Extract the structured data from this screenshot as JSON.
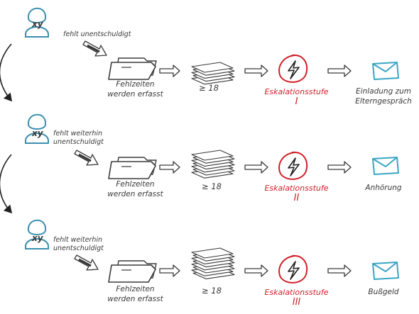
{
  "rows": [
    {
      "person": "xy",
      "note": [
        "fehlt unentschuldigt"
      ],
      "record": [
        "Fehlzeiten",
        "werden erfasst"
      ],
      "threshold": "≥ 18",
      "level": [
        "Eskalationsstufe",
        "I"
      ],
      "action": [
        "Einladung zum",
        "Elterngespräch"
      ]
    },
    {
      "person": "xy",
      "note": [
        "fehlt weiterhin",
        "unentschuldigt"
      ],
      "record": [
        "Fehlzeiten",
        "werden erfasst"
      ],
      "threshold": "≥ 18",
      "level": [
        "Eskalationsstufe",
        "II"
      ],
      "action": [
        "Anhörung"
      ]
    },
    {
      "person": "xy",
      "note": [
        "fehlt weiterhin",
        "unentschuldigt"
      ],
      "record": [
        "Fehlzeiten",
        "werden erfasst"
      ],
      "threshold": "≥ 18",
      "level": [
        "Eskalationsstufe",
        "III"
      ],
      "action": [
        "Bußgeld"
      ]
    }
  ],
  "colors": {
    "person": "#3a8fb0",
    "envelope": "#3aa6c4",
    "alert": "#d0202a",
    "ink": "#3a3a3a"
  },
  "icons": [
    "person-icon",
    "arrow-icon",
    "folder-icon",
    "paper-stack-icon",
    "lightning-icon",
    "envelope-icon",
    "curved-arrow-icon"
  ]
}
